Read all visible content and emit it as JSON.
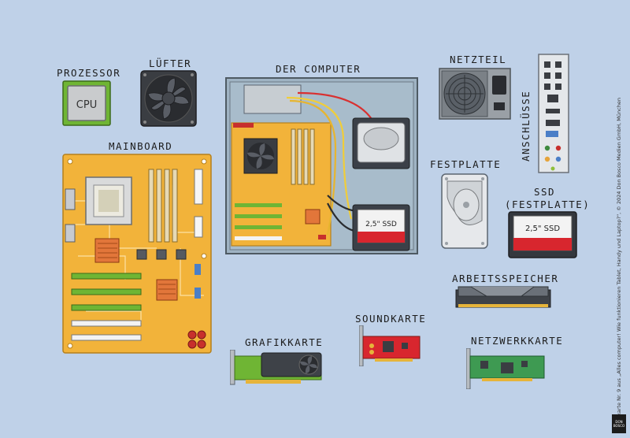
{
  "labels": {
    "prozessor": "PROZESSOR",
    "luefter": "LÜFTER",
    "der_computer": "DER COMPUTER",
    "netzteil": "NETZTEIL",
    "anschluesse": "ANSCHLÜSSE",
    "mainboard": "MAINBOARD",
    "festplatte": "FESTPLATTE",
    "ssd_line1": "SSD",
    "ssd_line2": "(FESTPLATTE)",
    "arbeitsspeicher": "ARBEITSSPEICHER",
    "grafikkarte": "GRAFIKKARTE",
    "soundkarte": "SOUNDKARTE",
    "netzwerkkarte": "NETZWERKKARTE"
  },
  "chip_text": "CPU",
  "ssd_text": "2,5\" SSD",
  "credit_line": "Bildkarte Nr. 9 aus „Alles computer! Wie funktionieren Tablet, Handy und Laptop?\", © 2024 Don Bosco Medien GmbH, München",
  "logo_text": "DON BOSCO",
  "colors": {
    "background": "#bfd1e8",
    "board": "#f2b33a",
    "case": "#9fb3c3",
    "ssd_red": "#d8262e",
    "cpu_green": "#7bbf3a"
  }
}
